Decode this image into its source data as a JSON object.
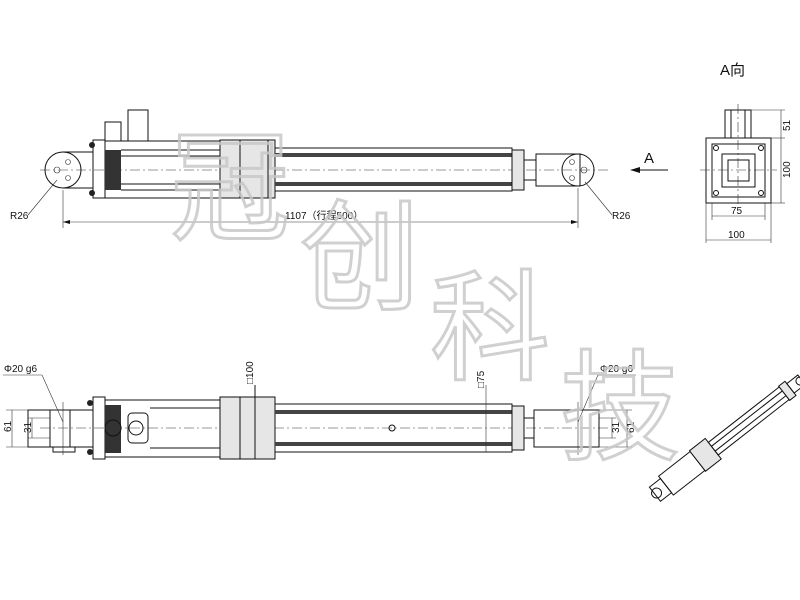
{
  "watermark": "冠创科技",
  "top_view": {
    "radius_left": "R26",
    "radius_right": "R26",
    "length": "1107（行程500）",
    "view_arrow": "A"
  },
  "a_view": {
    "title": "A向",
    "dim_connector_height": "51",
    "dim_height": "100",
    "dim_inner_width": "75",
    "dim_width": "100"
  },
  "side_view": {
    "pin_left": "Φ20 g6",
    "pin_right": "Φ20 g6",
    "square_body": "□100",
    "square_tube": "□75",
    "clevis_left_outer": "61",
    "clevis_left_inner": "31",
    "clevis_right_inner": "31",
    "clevis_right_outer": "61"
  }
}
